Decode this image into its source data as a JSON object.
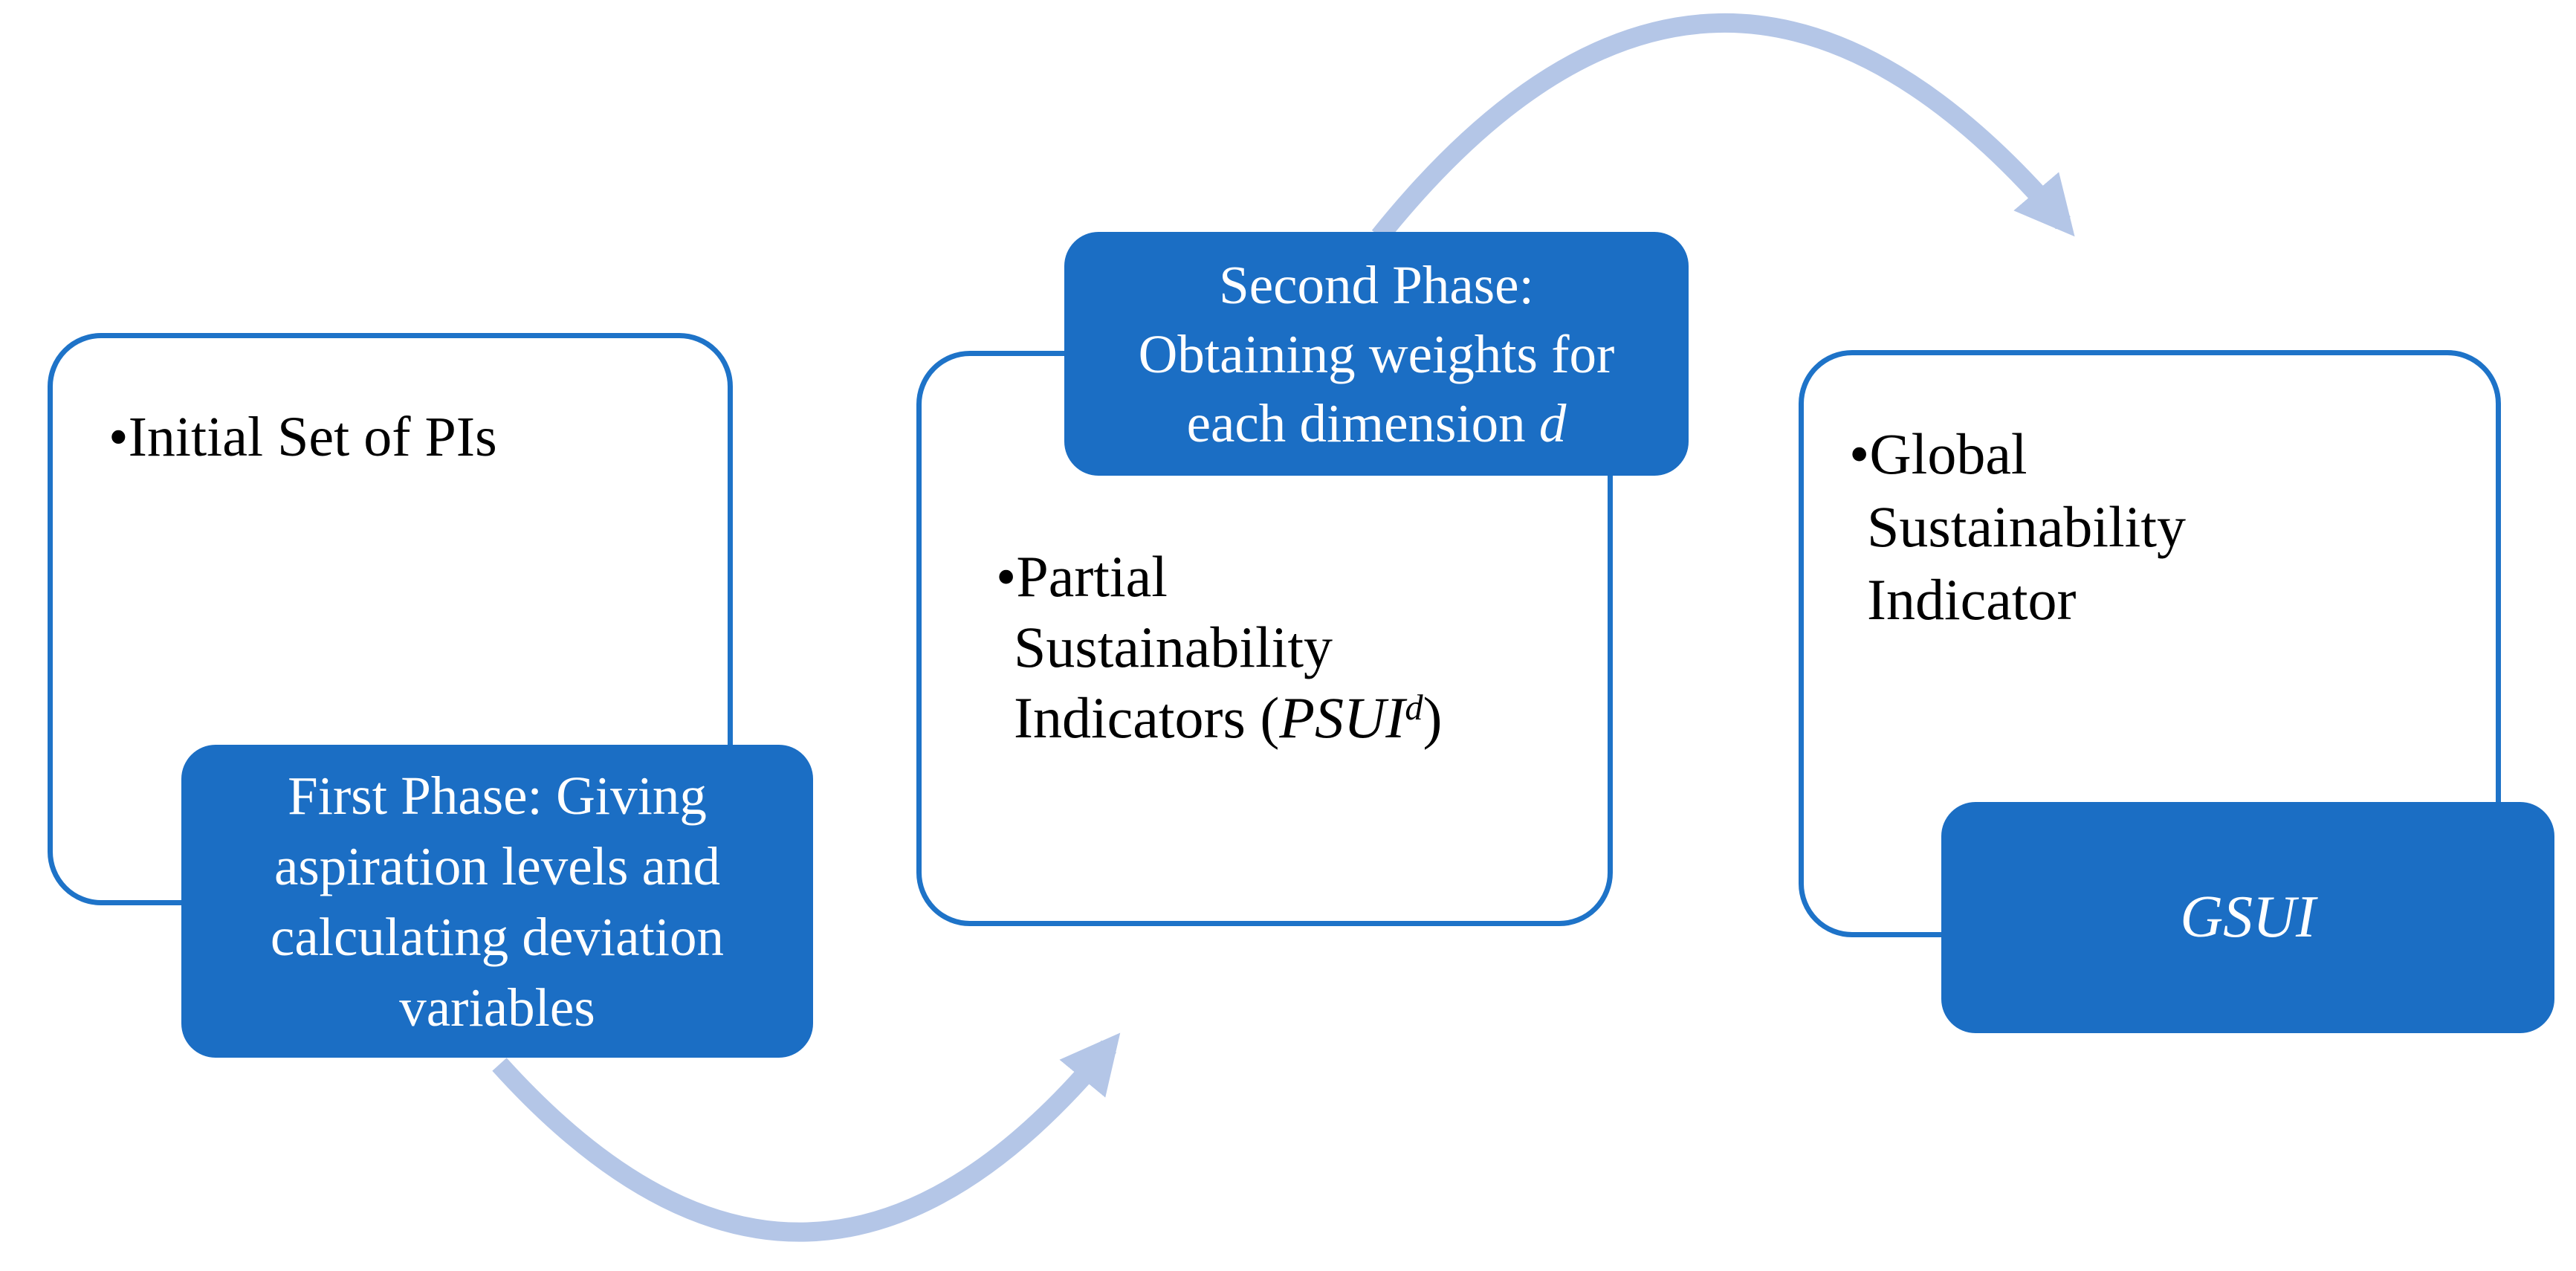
{
  "figure": {
    "palette": {
      "bg": "#ffffff",
      "box_fill": "#1B6EC4",
      "box_border": "#1E73C8",
      "arrow": "#B4C6E7",
      "text_dark": "#000000",
      "text_light": "#ffffff"
    },
    "box1": {
      "bullet": "•",
      "line1": "Initial Set of PIs"
    },
    "phase1": {
      "lines": [
        "First Phase: Giving",
        "aspiration levels and",
        "calculating deviation",
        "variables"
      ]
    },
    "box2": {
      "bullet": "•",
      "line1": "Partial",
      "line2": "Sustainability",
      "line3_prefix": "Indicators (",
      "line3_math": "PSUI",
      "line3_sup": "d",
      "line3_close": ")"
    },
    "phase2": {
      "line1": "Second Phase:",
      "line2": "Obtaining weights for",
      "line3_prefix": "each dimension ",
      "line3_italic": "d"
    },
    "box3": {
      "bullet": "•",
      "line1": "Global",
      "line2": "Sustainability",
      "line3": "Indicator"
    },
    "gsui": {
      "label": "GSUI"
    }
  }
}
